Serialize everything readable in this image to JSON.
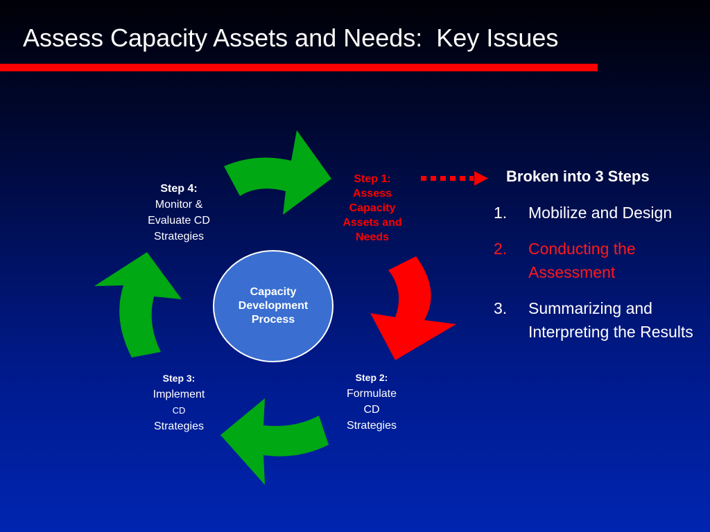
{
  "title": "Assess Capacity Assets and Needs:  Key Issues",
  "colors": {
    "background_top": "#000006",
    "background_bottom": "#0025b0",
    "title_rule": "#ff0000",
    "arrow_green": "#00a814",
    "arrow_red": "#ff0000",
    "circle_fill": "#3a6fd1",
    "highlight_text": "#ff1a1a"
  },
  "center": {
    "line1": "Capacity",
    "line2": "Development",
    "line3": "Process"
  },
  "steps": {
    "step1": {
      "head": "Step 1:",
      "line1": "Assess",
      "line2": "Capacity",
      "line3": "Assets and",
      "line4": "Needs"
    },
    "step2": {
      "head": "Step 2:",
      "line1": "Formulate",
      "line2": "CD",
      "line3": "Strategies"
    },
    "step3": {
      "head": "Step 3:",
      "line1": "Implement",
      "line2": "CD",
      "line3": "Strategies"
    },
    "step4": {
      "head": "Step 4:",
      "line1": "Monitor &",
      "line2": "Evaluate CD",
      "line3": "Strategies"
    }
  },
  "breakdown": {
    "title": "Broken into 3 Steps",
    "items": [
      {
        "num": "1.",
        "text": "Mobilize and Design",
        "active": false
      },
      {
        "num": "2.",
        "text": "Conducting the Assessment",
        "active": true
      },
      {
        "num": "3.",
        "text": "Summarizing and Interpreting the Results",
        "active": false
      }
    ]
  },
  "icons": {
    "cycle_arrows": "curved-block-arrow",
    "pointer": "dashed-right-arrow"
  }
}
